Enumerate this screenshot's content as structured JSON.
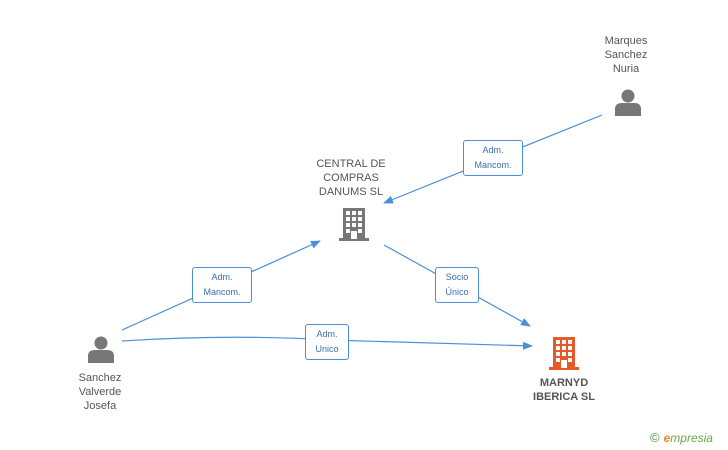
{
  "nodes": {
    "marques": {
      "lines": [
        "Marques",
        "Sanchez",
        "Nuria"
      ],
      "type": "person"
    },
    "central": {
      "lines": [
        "CENTRAL DE",
        "COMPRAS",
        "DANUMS SL"
      ],
      "type": "company"
    },
    "sanchez": {
      "lines": [
        "Sanchez",
        "Valverde",
        "Josefa"
      ],
      "type": "person"
    },
    "marnyd": {
      "lines": [
        "MARNYD",
        "IBERICA SL"
      ],
      "type": "company-main"
    }
  },
  "edges": {
    "marques_central": [
      "Adm.",
      "Mancom."
    ],
    "sanchez_central": [
      "Adm.",
      "Mancom."
    ],
    "central_marnyd": [
      "Socio",
      "Único"
    ],
    "sanchez_marnyd": [
      "Adm.",
      "Unico"
    ]
  },
  "brand": {
    "copyright": "©",
    "e": "e",
    "rest": "mpresia"
  },
  "colors": {
    "edge": "#4a90d9",
    "person": "#777777",
    "company": "#777777",
    "main_company": "#e8592a"
  }
}
